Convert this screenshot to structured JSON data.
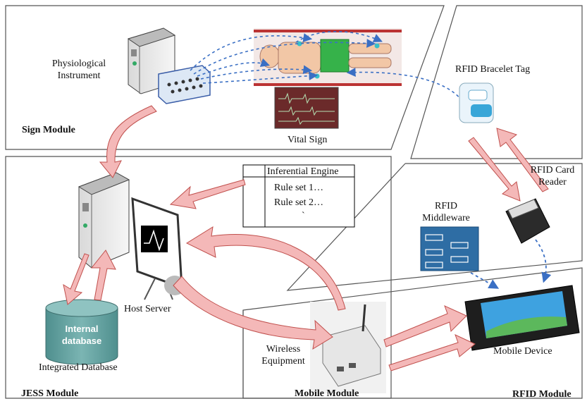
{
  "sign_module": {
    "title": "Sign Module",
    "instrument_label_line1": "Physiological",
    "instrument_label_line2": "Instrument",
    "vital_sign_label": "Vital Sign"
  },
  "rfid_module": {
    "title": "RFID Module",
    "bracelet_label": "RFID Bracelet Tag",
    "card_reader_line1": "RFID Card",
    "card_reader_line2": "Reader",
    "middleware_line1": "RFID",
    "middleware_line2": "Middleware",
    "mobile_device_label": "Mobile Device"
  },
  "jess_module": {
    "title": "JESS Module",
    "host_server_label": "Host  Server",
    "database_label": "Integrated Database",
    "db_cylinder_line1": "Internal",
    "db_cylinder_line2": "database",
    "inferential_engine": {
      "header": "Inferential Engine",
      "rule1": "Rule set 1…",
      "rule2": "Rule set 2…",
      "more": "`"
    }
  },
  "mobile_module": {
    "title": "Mobile Module",
    "wireless_line1": "Wireless",
    "wireless_line2": "Equipment"
  },
  "colors": {
    "arrow_fill": "#f4b8b8",
    "arrow_stroke": "#c0504d",
    "dashed_blue": "#3a6fc4",
    "db_teal": "#5a9a99",
    "middleware_blue": "#2e6da4"
  }
}
